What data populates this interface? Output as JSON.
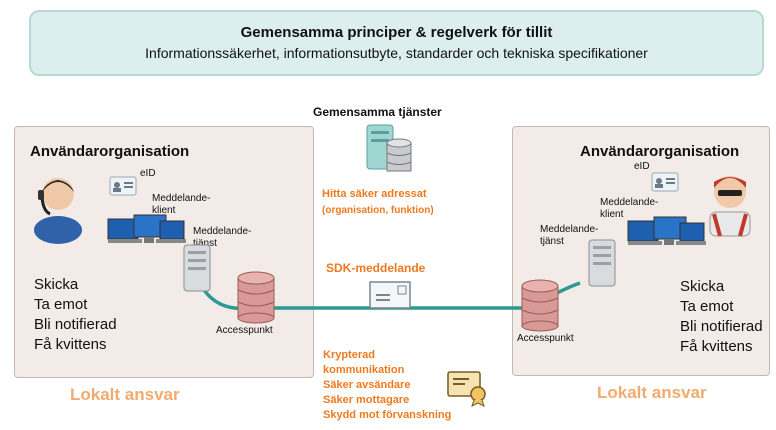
{
  "banner": {
    "title": "Gemensamma principer & regelverk för tillit",
    "subtitle": "Informationssäkerhet, informationsutbyte, standarder och tekniska specifikationer"
  },
  "center": {
    "services_title": "Gemensamma tjänster",
    "find_line1": "Hitta säker adressat",
    "find_line2": "(organisation, funktion)",
    "sdk_label": "SDK-meddelande",
    "security_lines": [
      "Krypterad",
      "kommunikation",
      "Säker avsändare",
      "Säker mottagare",
      "Skydd mot förvanskning"
    ]
  },
  "left_org": {
    "title": "Användarorganisation",
    "eid": "eID",
    "client_line1": "Meddelande-",
    "client_line2": "klient",
    "service_line1": "Meddelande-",
    "service_line2": "tjänst",
    "access_point": "Accesspunkt",
    "actions": [
      "Skicka",
      "Ta emot",
      "Bli notifierad",
      "Få kvittens"
    ],
    "footer": "Lokalt ansvar"
  },
  "right_org": {
    "title": "Användarorganisation",
    "eid": "eID",
    "client_line1": "Meddelande-",
    "client_line2": "klient",
    "service_line1": "Meddelande-",
    "service_line2": "tjänst",
    "access_point": "Accesspunkt",
    "actions": [
      "Skicka",
      "Ta emot",
      "Bli notifierad",
      "Få kvittens"
    ],
    "footer": "Lokalt ansvar"
  },
  "colors": {
    "banner_bg": "#dcefee",
    "org_bg": "#f3ebe8",
    "connector": "#2b9a93",
    "accent_orange": "#ee7a20",
    "footer_orange": "#f2ab6e"
  },
  "icons": [
    "person-headset-icon",
    "person-red-icon",
    "id-card-icon",
    "computer-icon",
    "server-icon",
    "database-icon",
    "envelope-icon",
    "certificate-icon"
  ]
}
